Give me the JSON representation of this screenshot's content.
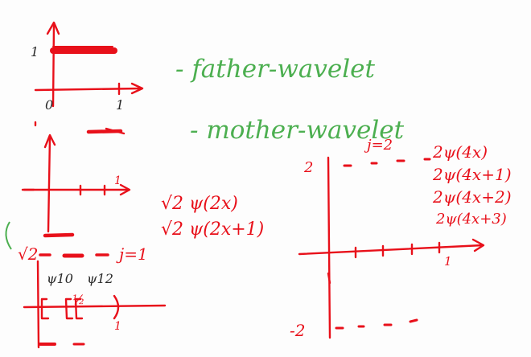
{
  "colors": {
    "red_ink": "#e8101a",
    "green_ink": "#4caf50",
    "dark_ink": "#2a2a2a",
    "background": "#fdfdfd"
  },
  "labels": {
    "father_wavelet": "- father-wavelet",
    "mother_wavelet": "- mother-wavelet",
    "father_y_one": "1",
    "father_x_zero": "0",
    "father_x_one": "1",
    "mother_tick_one": "1",
    "sqrt2_label": "√2",
    "j1_label": "j=1",
    "j2_label": "j=2",
    "psi_10": "ψ10",
    "psi_12": "ψ12",
    "half_label": "½",
    "bottom_one": "1",
    "right_two": "2",
    "right_neg_two": "-2",
    "right_x_one": "1"
  },
  "formulas_j1": [
    "√2 ψ(2x)",
    "√2 ψ(2x+1)"
  ],
  "formulas_j2": [
    "2ψ(4x)",
    "2ψ(4x+1)",
    "2ψ(4x+2)",
    "2ψ(4x+3)"
  ]
}
